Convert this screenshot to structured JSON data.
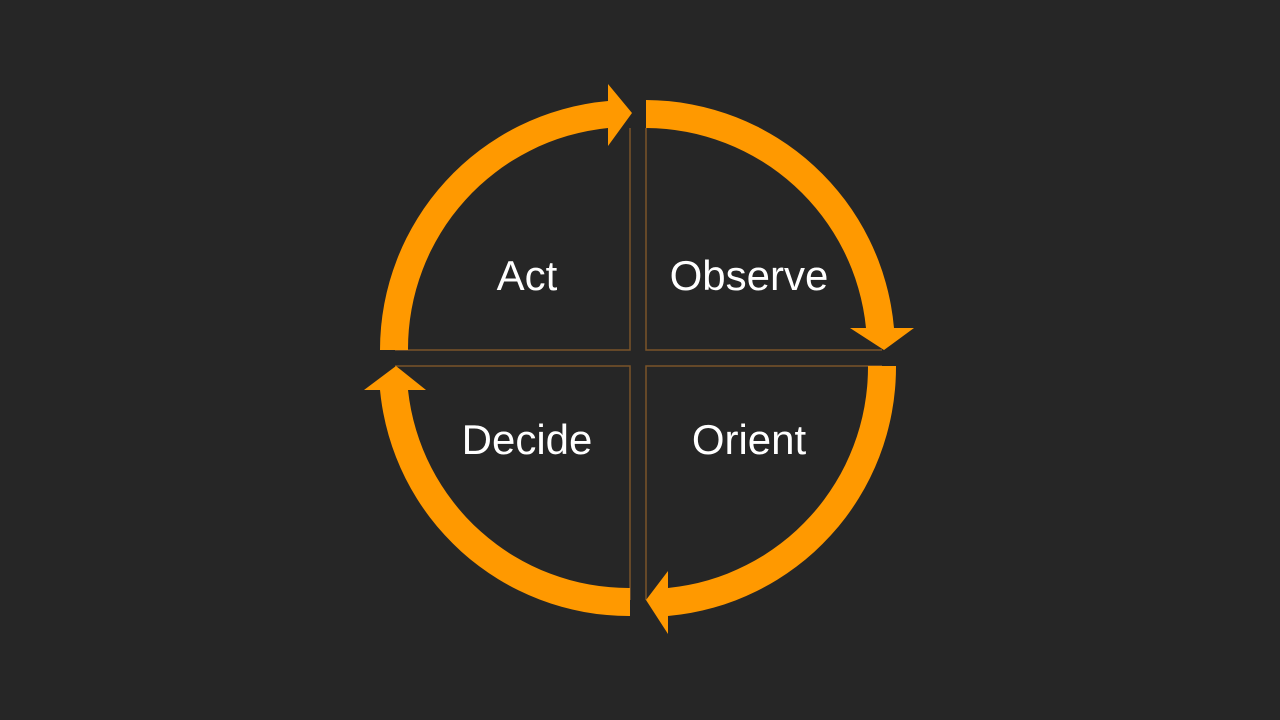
{
  "colors": {
    "background": "#262626",
    "arrow": "#ff9900",
    "divider": "#7a5428",
    "text": "#ffffff"
  },
  "quadrants": {
    "act": "Act",
    "observe": "Observe",
    "orient": "Orient",
    "decide": "Decide"
  }
}
